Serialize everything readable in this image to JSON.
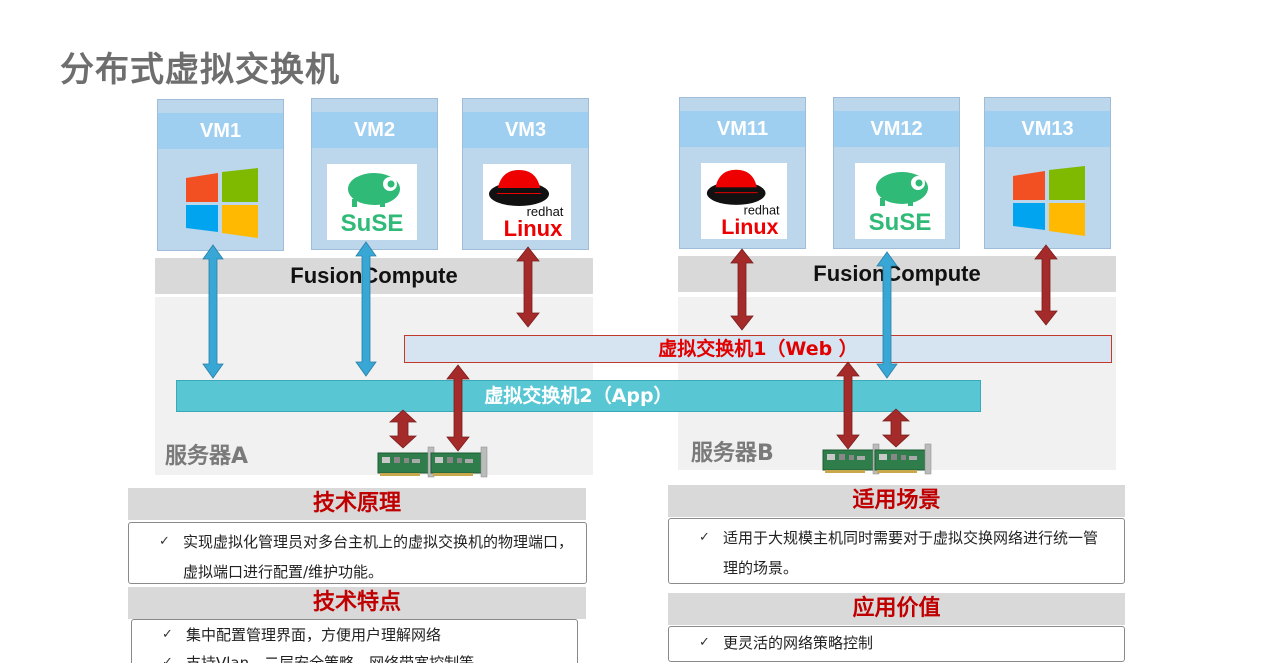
{
  "title": "分布式虚拟交换机",
  "serverA": {
    "label": "服务器A",
    "fusion": "FusionCompute",
    "vms": [
      {
        "name": "VM1",
        "os_icon": "windows-logo"
      },
      {
        "name": "VM2",
        "os_icon": "suse-logo"
      },
      {
        "name": "VM3",
        "os_icon": "redhat-linux-logo"
      }
    ]
  },
  "serverB": {
    "label": "服务器B",
    "fusion": "FusionCompute",
    "vms": [
      {
        "name": "VM11",
        "os_icon": "redhat-linux-logo"
      },
      {
        "name": "VM12",
        "os_icon": "suse-logo"
      },
      {
        "name": "VM13",
        "os_icon": "windows-logo"
      }
    ]
  },
  "logos": {
    "suse": "SuSE",
    "redhat_small": "redhat",
    "linux": "Linux"
  },
  "switches": {
    "sw1": "虚拟交换机1（Web ）",
    "sw2": "虚拟交换机2（App）"
  },
  "colors": {
    "blue_arrow": "#39a7d6",
    "red_arrow": "#a52a2a",
    "switch2": "#59c6d4",
    "heading_red": "#c00000"
  },
  "sections": {
    "principle": {
      "title": "技术原理",
      "items": [
        "实现虚拟化管理员对多台主机上的虚拟交换机的物理端口，虚拟端口进行配置/维护功能。"
      ]
    },
    "scenario": {
      "title": "适用场景",
      "items": [
        "适用于大规模主机同时需要对于虚拟交换网络进行统一管理的场景。"
      ]
    },
    "features": {
      "title": "技术特点",
      "items": [
        "集中配置管理界面，方便用户理解网络",
        "支持Vlan，二层安全策略，网络带宽控制等"
      ]
    },
    "value": {
      "title": "应用价值",
      "items": [
        "更灵活的网络策略控制"
      ]
    }
  }
}
